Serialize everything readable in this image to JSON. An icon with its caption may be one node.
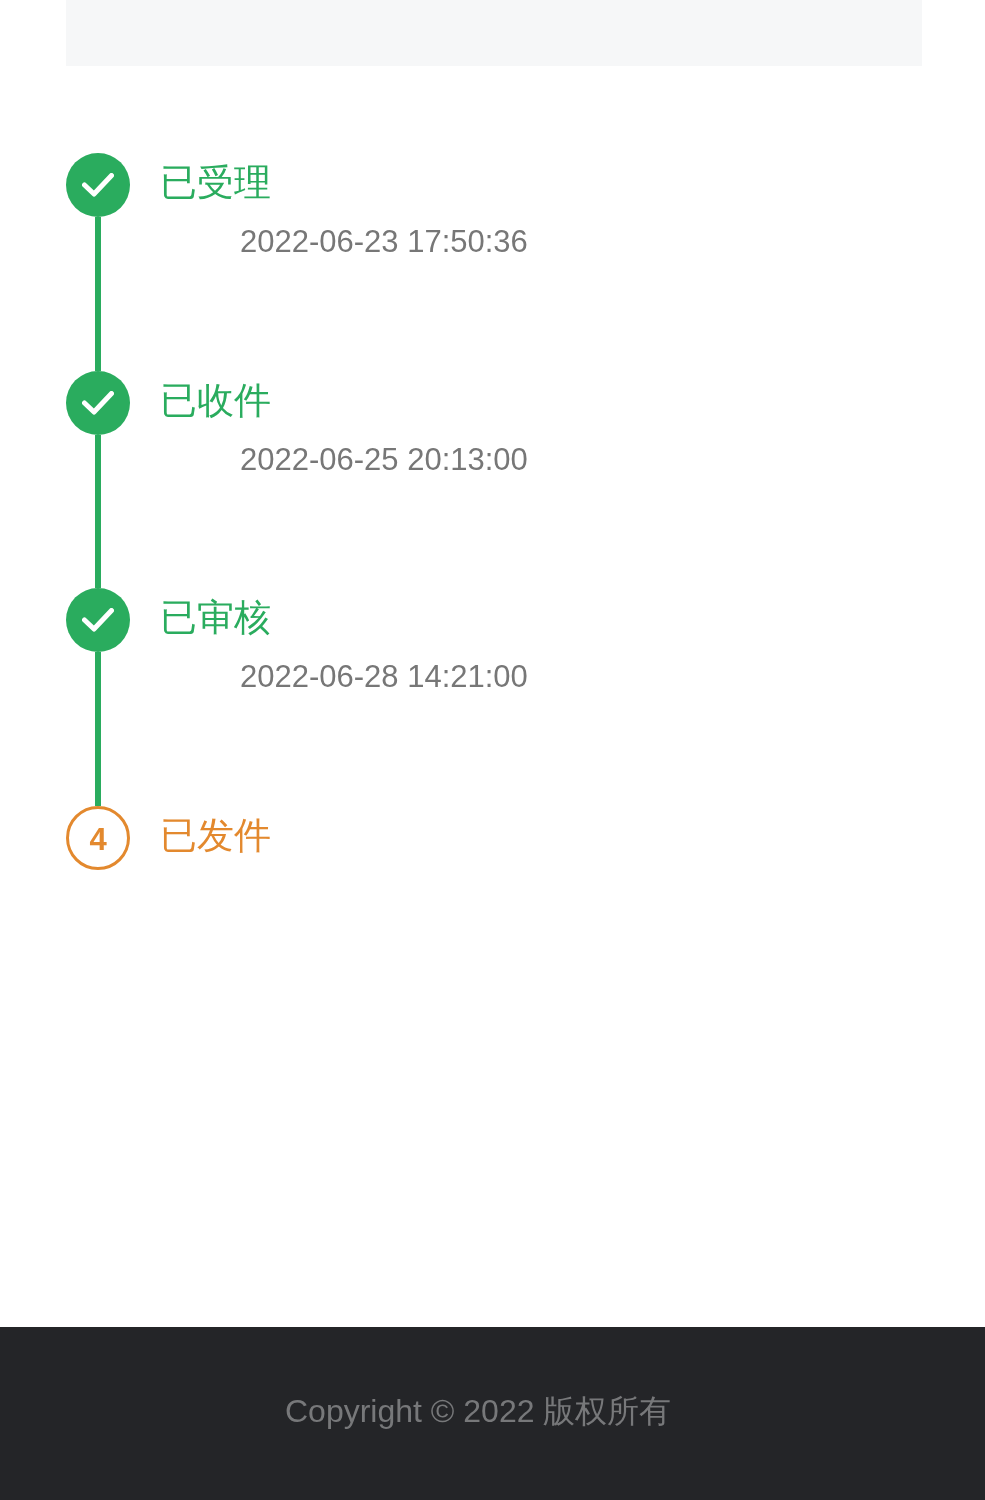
{
  "diagram": {
    "nodes": [
      {
        "text": [],
        "shape": "box"
      },
      {
        "text": [],
        "shape": "circle",
        "beside": [
          "已受理",
          "2022-06-23 17:50:36"
        ]
      },
      {
        "text": [],
        "shape": "circle",
        "beside": [
          "已收件",
          "2022-06-25 20:13:00"
        ]
      },
      {
        "text": [],
        "shape": "circle",
        "beside": [
          "已审核",
          "2022-06-28 14:21:00"
        ]
      },
      {
        "text": [
          "4"
        ],
        "beside": [
          "已发件"
        ]
      }
    ],
    "edges": [
      {
        "from": 1,
        "to": 2,
        "arrow": "none"
      },
      {
        "from": 2,
        "to": 3,
        "arrow": "none"
      },
      {
        "from": 3,
        "to": 4,
        "arrow": "none"
      }
    ],
    "labels": [
      "Copyright © 2022 版权所有"
    ]
  }
}
